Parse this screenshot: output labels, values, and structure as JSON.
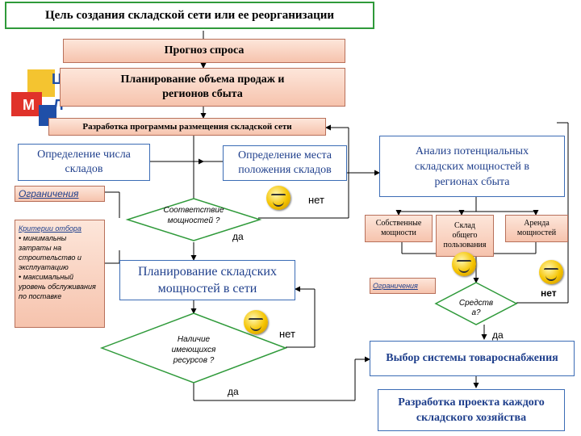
{
  "title": "Цель создания складской сети или ее реорганизации",
  "logo": {
    "letters": [
      "Ц",
      "М",
      "Л"
    ],
    "colors": [
      "#f4c430",
      "#e0322a",
      "#1f4fa8"
    ]
  },
  "boxes": {
    "demand_forecast": "Прогноз спроса",
    "sales_planning": "Планирование объема продаж и\nрегионов сбыта",
    "placement_program": "Разработка программы размещения складской сети",
    "warehouse_count": "Определение числа\nскладов",
    "warehouse_location": "Определение места\nположения складов",
    "capacity_analysis": "Анализ потенциальных\nскладских мощностей в\nрегионах сбыта",
    "own_capacity": "Собственные\nмощности",
    "public_warehouse": "Склад\nобщего\nпользования",
    "rent_capacity": "Аренда\nмощностей",
    "capacity_planning": "Планирование складских\nмощностей в сети",
    "supply_system": "Выбор системы товароснабжения",
    "project_development": "Разработка проекта каждого\nскладского хозяйства"
  },
  "constraints_left": "Ограничения",
  "constraints_right": "Ограничения",
  "criteria": {
    "title": "Критерии отбора",
    "items": [
      "• минимальны затраты на строительство и эксплуатацию",
      "• максимальный уровень обслуживания по поставке"
    ]
  },
  "decisions": {
    "capacity_match": "Соответствие\nмощностей ?",
    "resources": "Наличие\nимеющихся\nресурсов ?",
    "funds": "Средств\nа?"
  },
  "labels": {
    "no_1": "нет",
    "yes_1": "да",
    "no_2": "нет",
    "yes_2": "да",
    "no_3": "нет",
    "yes_3": "да"
  }
}
